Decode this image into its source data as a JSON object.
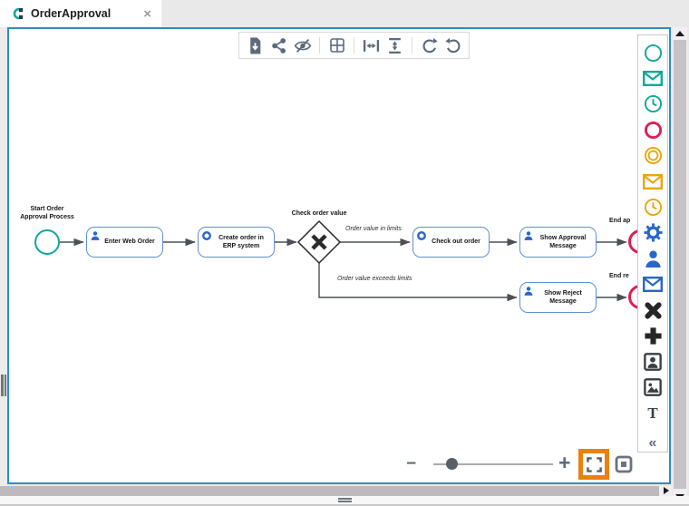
{
  "tab": {
    "title": "OrderApproval",
    "close_glyph": "×"
  },
  "toolbar": {
    "items": [
      "export-file-icon",
      "share-icon",
      "hide-overlay-icon",
      "grid-icon",
      "distribute-horizontal-icon",
      "distribute-vertical-icon",
      "undo-icon",
      "redo-icon"
    ]
  },
  "diagram": {
    "start_event": {
      "label": "Start Order\nApproval Process"
    },
    "gateway": {
      "label": "Check order value"
    },
    "tasks": [
      {
        "label": "Enter Web Order",
        "type": "user"
      },
      {
        "label": "Create order in ERP system",
        "type": "service"
      },
      {
        "label": "Check out order",
        "type": "service"
      },
      {
        "label": "Show Approval Message",
        "type": "user"
      },
      {
        "label": "Show Reject Message",
        "type": "user"
      }
    ],
    "flows": [
      {
        "label": "Order value in limits"
      },
      {
        "label": "Order value exceeds limits"
      }
    ],
    "end_events": [
      {
        "label": "End ap"
      },
      {
        "label": "End re"
      }
    ]
  },
  "palette": {
    "items": [
      "start-event-icon",
      "message-start-event-icon",
      "timer-start-event-icon",
      "end-event-icon",
      "intermediate-event-icon",
      "message-intermediate-event-icon",
      "timer-intermediate-event-icon",
      "service-task-icon",
      "user-task-icon",
      "send-task-icon",
      "exclusive-gateway-icon",
      "parallel-gateway-icon",
      "participant-icon",
      "image-icon",
      "text-annotation-icon",
      "collapse-palette-icon"
    ],
    "text_glyph": "T",
    "collapse_glyph": "«"
  },
  "zoom_controls": {
    "minus_glyph": "−",
    "plus_glyph": "+"
  },
  "colors": {
    "canvas_border": "#2b8ec9",
    "start_teal": "#10a89a",
    "end_red": "#df1e53",
    "intermediate_orange": "#eba50c",
    "task_blue": "#2a66c8",
    "task_border_blue": "#5e8fd8",
    "toolbar_slate": "#5c6b7c",
    "fit_highlight_orange": "#e8820e"
  }
}
